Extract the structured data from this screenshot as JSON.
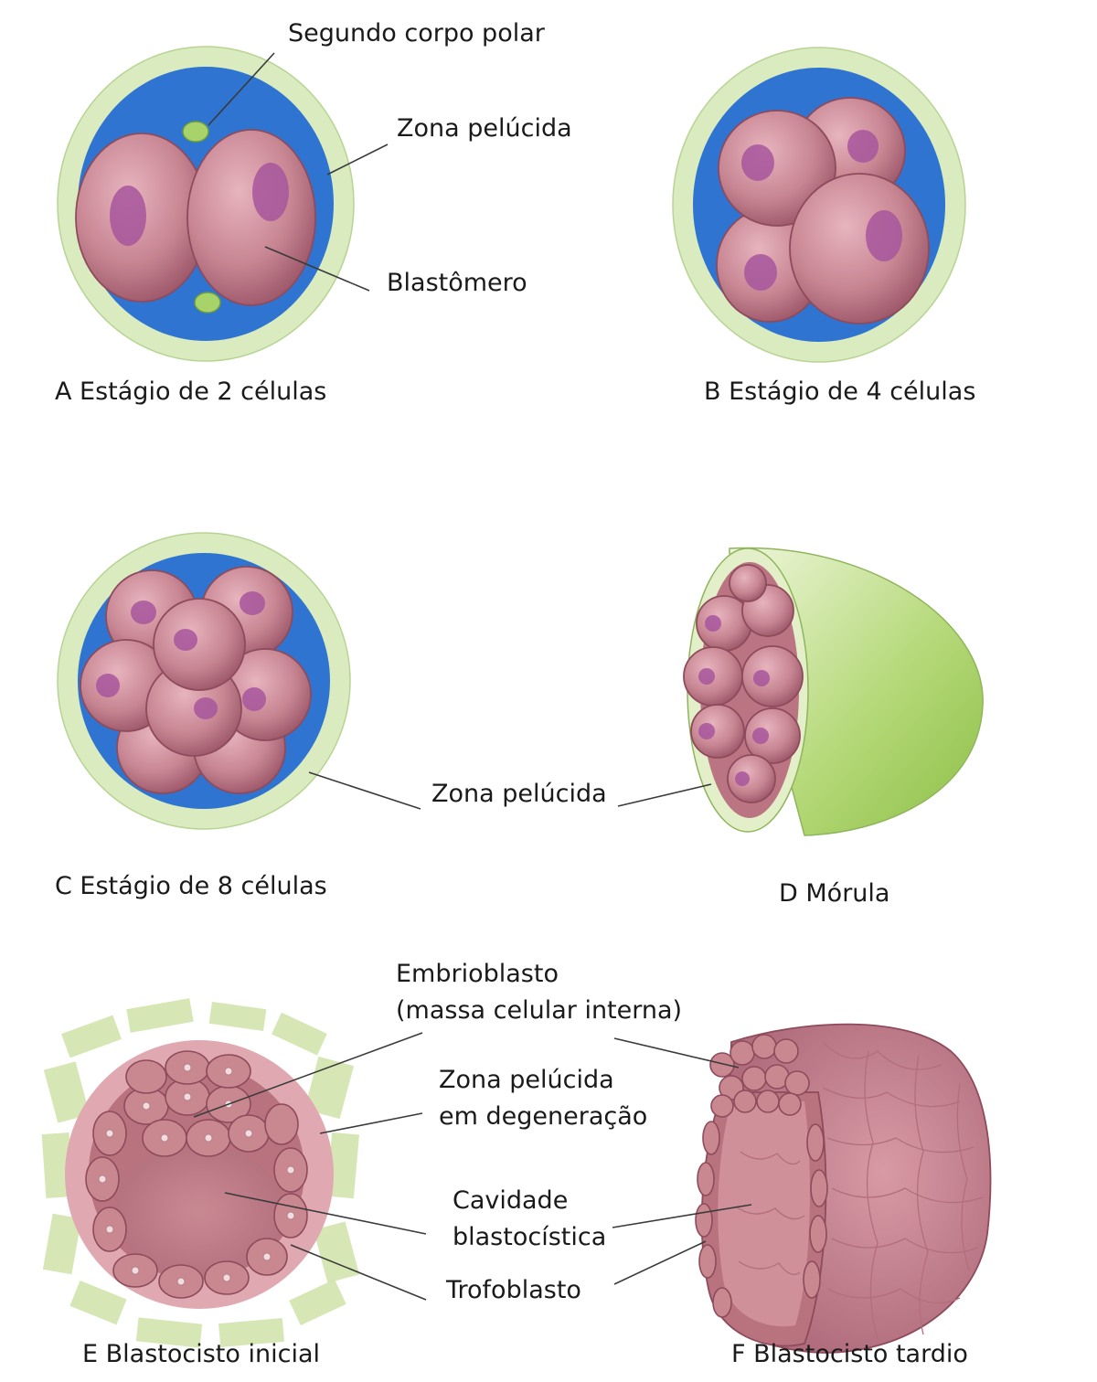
{
  "labels": {
    "segundo_corpo_polar": "Segundo  corpo polar",
    "zona_pelucida": "Zona pelúcida",
    "blastomero": "Blastômero",
    "embrioblasto": "Embrioblasto",
    "massa_celular_interna": "(massa celular interna)",
    "zona_degeneracao_1": "Zona pelúcida",
    "zona_degeneracao_2": "em degeneração",
    "cavidade_1": "Cavidade",
    "cavidade_2": "blastocística",
    "trofoblasto": "Trofoblasto"
  },
  "captions": {
    "a": "A Estágio de 2 células",
    "b": "B Estágio de 4 células",
    "c": "C Estágio de 8 células",
    "d": "D Mórula",
    "e": "E Blastocisto inicial",
    "f": "F Blastocisto tardio"
  },
  "colors": {
    "zona_pelucida": "#d9ebbf",
    "perivitelline_space": "#2f74d0",
    "blastomere": "#c98790",
    "nucleus": "#a7569c",
    "polar_body": "#a7d36a"
  }
}
